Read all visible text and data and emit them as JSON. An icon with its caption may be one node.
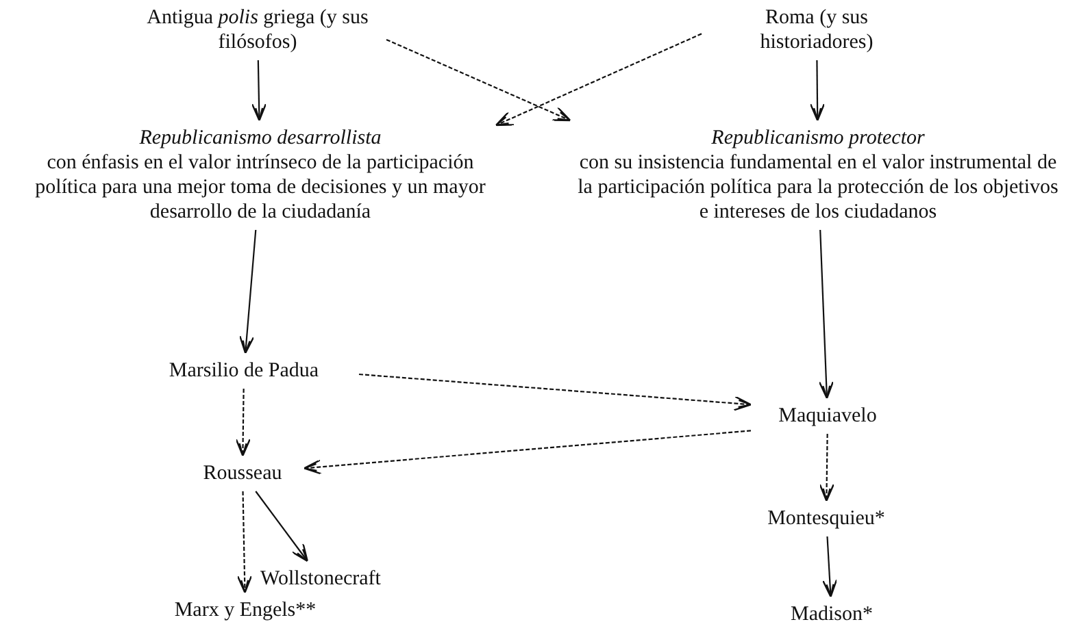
{
  "diagram": {
    "nodes": [
      {
        "text": [
          "Antigua *polis* griega (y sus filósofos)"
        ]
      },
      {
        "text": [
          "Roma (y sus historiadores)"
        ]
      },
      {
        "text": [
          "Republicanismo desarrollista",
          "con énfasis en el valor intrínseco de la participación política para una mejor toma de decisiones y un mayor desarrollo de la ciudadanía"
        ]
      },
      {
        "text": [
          "Republicanismo protector",
          "con su insistencia fundamental en el valor instrumental de la participación política para la protección de los objetivos e intereses de los ciudadanos"
        ]
      },
      {
        "text": [
          "Marsilio de Padua"
        ]
      },
      {
        "text": [
          "Maquiavelo"
        ]
      },
      {
        "text": [
          "Rousseau"
        ]
      },
      {
        "text": [
          "Montesquieu*"
        ]
      },
      {
        "text": [
          "Wollstonecraft"
        ]
      },
      {
        "text": [
          "Marx y Engels**"
        ]
      },
      {
        "text": [
          "Madison*"
        ]
      }
    ],
    "edges": [
      {
        "from": 0,
        "to": 2,
        "arrow": "to"
      },
      {
        "from": 0,
        "to": 3,
        "arrow": "to",
        "style": "dashed"
      },
      {
        "from": 1,
        "to": 2,
        "arrow": "to",
        "style": "dashed"
      },
      {
        "from": 1,
        "to": 3,
        "arrow": "to"
      },
      {
        "from": 2,
        "to": 4,
        "arrow": "to"
      },
      {
        "from": 3,
        "to": 5,
        "arrow": "to"
      },
      {
        "from": 4,
        "to": 5,
        "arrow": "to",
        "style": "dashed"
      },
      {
        "from": 5,
        "to": 6,
        "arrow": "to",
        "style": "dashed"
      },
      {
        "from": 4,
        "to": 6,
        "arrow": "to",
        "style": "dashed"
      },
      {
        "from": 5,
        "to": 7,
        "arrow": "to",
        "style": "dashed"
      },
      {
        "from": 7,
        "to": 10,
        "arrow": "to"
      },
      {
        "from": 6,
        "to": 9,
        "arrow": "to",
        "style": "dashed"
      },
      {
        "from": 6,
        "to": 8,
        "arrow": "to"
      }
    ]
  }
}
